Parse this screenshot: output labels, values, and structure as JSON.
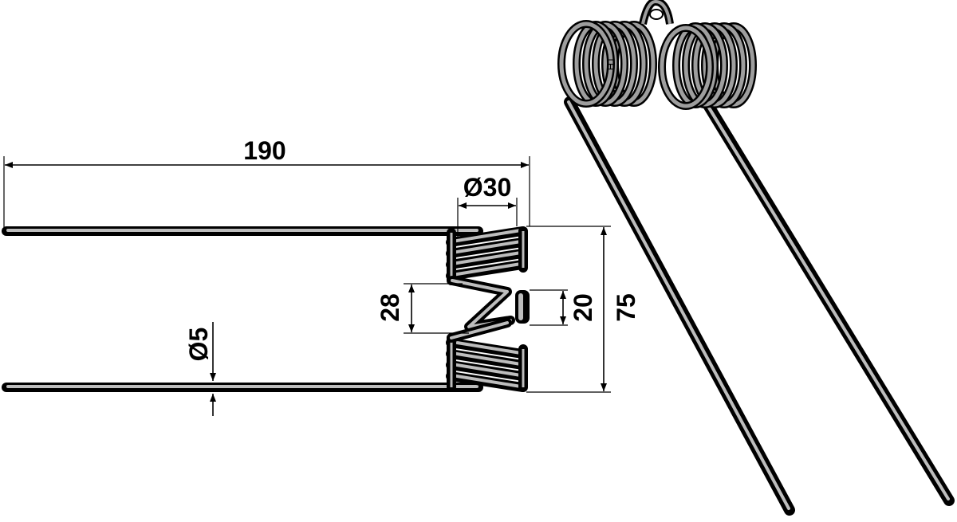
{
  "dimensions": {
    "length": "190",
    "coil_diameter": "Ø30",
    "wire_diameter": "Ø5",
    "coil_gap_outer": "28",
    "coil_gap_inner": "20",
    "total_height": "75"
  },
  "marking": "H1"
}
